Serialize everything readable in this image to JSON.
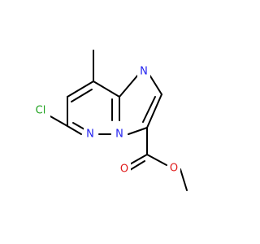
{
  "molecule": {
    "atoms": {
      "n_imidazole": "N",
      "n_bridge": "N",
      "n_pyridazine": "N",
      "chlorine": "Cl",
      "oxygen_carbonyl": "O",
      "oxygen_ester": "O"
    },
    "colors": {
      "nitrogen": "#2323f0",
      "oxygen": "#e01b1b",
      "chlorine": "#1fa21f",
      "carbon": "#000000"
    }
  }
}
